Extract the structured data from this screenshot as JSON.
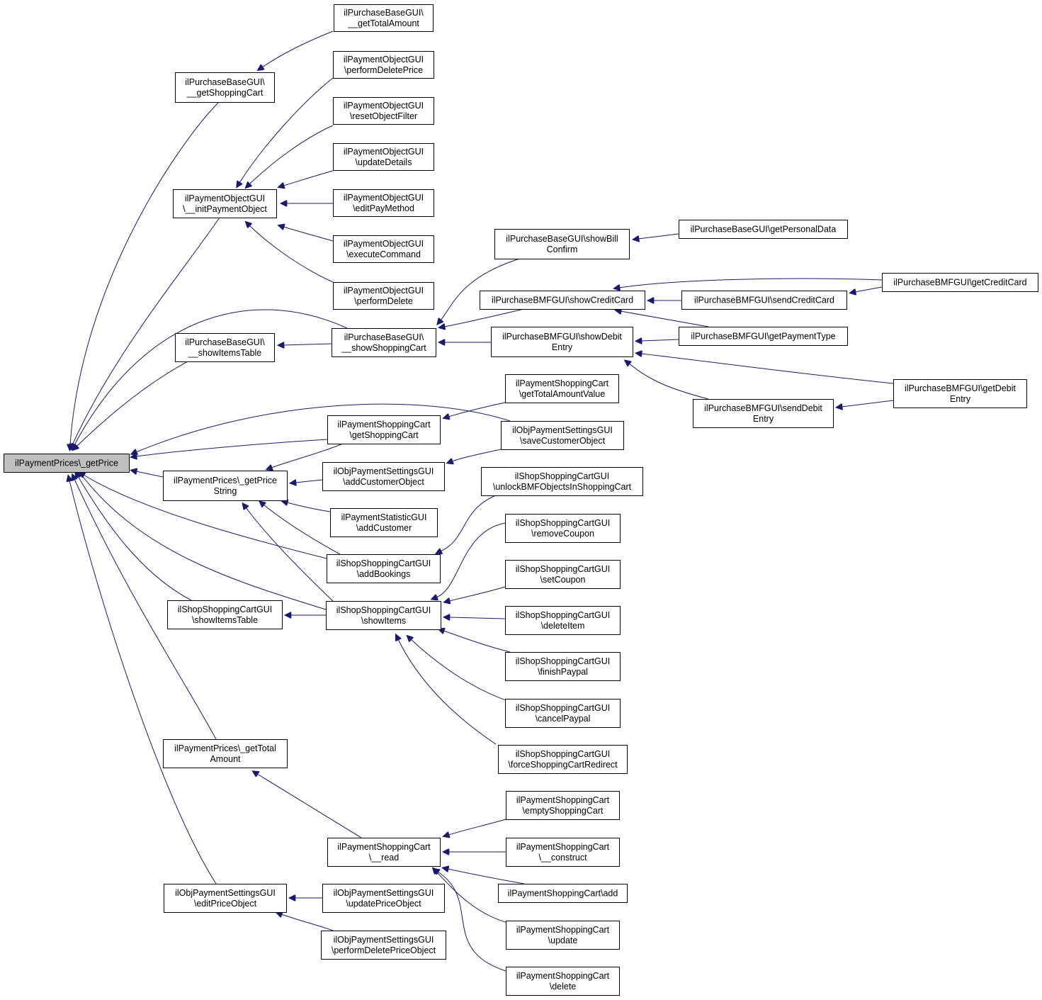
{
  "colors": {
    "edge": "#191970",
    "focus_fill": "#bfbfbf",
    "node_border": "#000000"
  },
  "nodes": [
    {
      "id": "n0",
      "lines": [
        "ilPaymentPrices\\_getPrice"
      ],
      "focus": true
    },
    {
      "id": "n1",
      "lines": [
        "ilPurchaseBaseGUI\\",
        "__getShoppingCart"
      ]
    },
    {
      "id": "n2",
      "lines": [
        "ilPurchaseBaseGUI\\",
        "__getTotalAmount"
      ]
    },
    {
      "id": "n3",
      "lines": [
        "ilPaymentObjectGUI",
        "\\__initPaymentObject"
      ]
    },
    {
      "id": "n4",
      "lines": [
        "ilPaymentObjectGUI",
        "\\performDeletePrice"
      ]
    },
    {
      "id": "n5",
      "lines": [
        "ilPaymentObjectGUI",
        "\\resetObjectFilter"
      ]
    },
    {
      "id": "n6",
      "lines": [
        "ilPaymentObjectGUI",
        "\\updateDetails"
      ]
    },
    {
      "id": "n7",
      "lines": [
        "ilPaymentObjectGUI",
        "\\editPayMethod"
      ]
    },
    {
      "id": "n8",
      "lines": [
        "ilPaymentObjectGUI",
        "\\executeCommand"
      ]
    },
    {
      "id": "n9",
      "lines": [
        "ilPaymentObjectGUI",
        "\\performDelete"
      ]
    },
    {
      "id": "n10",
      "lines": [
        "ilPurchaseBaseGUI\\",
        "__showItemsTable"
      ]
    },
    {
      "id": "n11",
      "lines": [
        "ilPurchaseBaseGUI\\",
        "__showShoppingCart"
      ]
    },
    {
      "id": "n12",
      "lines": [
        "ilPurchaseBaseGUI\\showBill",
        "Confirm"
      ]
    },
    {
      "id": "n13",
      "lines": [
        "ilPurchaseBaseGUI\\getPersonalData"
      ]
    },
    {
      "id": "n14",
      "lines": [
        "ilPurchaseBMFGUI\\showCreditCard"
      ]
    },
    {
      "id": "n15",
      "lines": [
        "ilPurchaseBMFGUI\\getCreditCard"
      ]
    },
    {
      "id": "n16",
      "lines": [
        "ilPurchaseBMFGUI\\sendCreditCard"
      ]
    },
    {
      "id": "n17",
      "lines": [
        "ilPurchaseBMFGUI\\showDebit",
        "Entry"
      ]
    },
    {
      "id": "n18",
      "lines": [
        "ilPurchaseBMFGUI\\getPaymentType"
      ]
    },
    {
      "id": "n19",
      "lines": [
        "ilPurchaseBMFGUI\\getDebit",
        "Entry"
      ]
    },
    {
      "id": "n20",
      "lines": [
        "ilPurchaseBMFGUI\\sendDebit",
        "Entry"
      ]
    },
    {
      "id": "n21",
      "lines": [
        "ilPaymentShoppingCart",
        "\\getShoppingCart"
      ]
    },
    {
      "id": "n22",
      "lines": [
        "ilPaymentShoppingCart",
        "\\getTotalAmountValue"
      ]
    },
    {
      "id": "n23",
      "lines": [
        "ilObjPaymentSettingsGUI",
        "\\saveCustomerObject"
      ]
    },
    {
      "id": "n24",
      "lines": [
        "ilPaymentPrices\\_getPrice",
        "String"
      ]
    },
    {
      "id": "n25",
      "lines": [
        "ilObjPaymentSettingsGUI",
        "\\addCustomerObject"
      ]
    },
    {
      "id": "n26",
      "lines": [
        "ilPaymentStatisticGUI",
        "\\addCustomer"
      ]
    },
    {
      "id": "n27",
      "lines": [
        "ilShopShoppingCartGUI",
        "\\addBookings"
      ]
    },
    {
      "id": "n28",
      "lines": [
        "ilShopShoppingCartGUI",
        "\\unlockBMFObjectsInShoppingCart"
      ]
    },
    {
      "id": "n29",
      "lines": [
        "ilShopShoppingCartGUI",
        "\\removeCoupon"
      ]
    },
    {
      "id": "n30",
      "lines": [
        "ilShopShoppingCartGUI",
        "\\setCoupon"
      ]
    },
    {
      "id": "n31",
      "lines": [
        "ilShopShoppingCartGUI",
        "\\showItemsTable"
      ]
    },
    {
      "id": "n32",
      "lines": [
        "ilShopShoppingCartGUI",
        "\\showItems"
      ]
    },
    {
      "id": "n33",
      "lines": [
        "ilShopShoppingCartGUI",
        "\\deleteItem"
      ]
    },
    {
      "id": "n34",
      "lines": [
        "ilShopShoppingCartGUI",
        "\\finishPaypal"
      ]
    },
    {
      "id": "n35",
      "lines": [
        "ilShopShoppingCartGUI",
        "\\cancelPaypal"
      ]
    },
    {
      "id": "n36",
      "lines": [
        "ilShopShoppingCartGUI",
        "\\forceShoppingCartRedirect"
      ]
    },
    {
      "id": "n37",
      "lines": [
        "ilPaymentPrices\\_getTotal",
        "Amount"
      ]
    },
    {
      "id": "n38",
      "lines": [
        "ilPaymentShoppingCart",
        "\\emptyShoppingCart"
      ]
    },
    {
      "id": "n39",
      "lines": [
        "ilPaymentShoppingCart",
        "\\__read"
      ]
    },
    {
      "id": "n40",
      "lines": [
        "ilPaymentShoppingCart",
        "\\__construct"
      ]
    },
    {
      "id": "n41",
      "lines": [
        "ilPaymentShoppingCart\\add"
      ]
    },
    {
      "id": "n42",
      "lines": [
        "ilPaymentShoppingCart",
        "\\update"
      ]
    },
    {
      "id": "n43",
      "lines": [
        "ilPaymentShoppingCart",
        "\\delete"
      ]
    },
    {
      "id": "n44",
      "lines": [
        "ilObjPaymentSettingsGUI",
        "\\editPriceObject"
      ]
    },
    {
      "id": "n45",
      "lines": [
        "ilObjPaymentSettingsGUI",
        "\\updatePriceObject"
      ]
    },
    {
      "id": "n46",
      "lines": [
        "ilObjPaymentSettingsGUI",
        "\\performDeletePriceObject"
      ]
    }
  ],
  "edges": [
    [
      "n1",
      "n0"
    ],
    [
      "n3",
      "n0"
    ],
    [
      "n10",
      "n0"
    ],
    [
      "n11",
      "n0"
    ],
    [
      "n21",
      "n0"
    ],
    [
      "n23",
      "n0"
    ],
    [
      "n24",
      "n0"
    ],
    [
      "n27",
      "n0"
    ],
    [
      "n31",
      "n0"
    ],
    [
      "n32",
      "n0"
    ],
    [
      "n37",
      "n0"
    ],
    [
      "n44",
      "n0"
    ],
    [
      "n2",
      "n1"
    ],
    [
      "n4",
      "n3"
    ],
    [
      "n5",
      "n3"
    ],
    [
      "n6",
      "n3"
    ],
    [
      "n7",
      "n3"
    ],
    [
      "n8",
      "n3"
    ],
    [
      "n9",
      "n3"
    ],
    [
      "n11",
      "n10"
    ],
    [
      "n12",
      "n11"
    ],
    [
      "n14",
      "n11"
    ],
    [
      "n17",
      "n11"
    ],
    [
      "n13",
      "n12"
    ],
    [
      "n15",
      "n14"
    ],
    [
      "n16",
      "n14"
    ],
    [
      "n18",
      "n14"
    ],
    [
      "n15",
      "n16"
    ],
    [
      "n18",
      "n17"
    ],
    [
      "n19",
      "n17"
    ],
    [
      "n20",
      "n17"
    ],
    [
      "n19",
      "n20"
    ],
    [
      "n22",
      "n21"
    ],
    [
      "n23",
      "n25"
    ],
    [
      "n21",
      "n24"
    ],
    [
      "n25",
      "n24"
    ],
    [
      "n26",
      "n24"
    ],
    [
      "n27",
      "n24"
    ],
    [
      "n32",
      "n24"
    ],
    [
      "n28",
      "n27"
    ],
    [
      "n32",
      "n31"
    ],
    [
      "n29",
      "n32"
    ],
    [
      "n30",
      "n32"
    ],
    [
      "n33",
      "n32"
    ],
    [
      "n34",
      "n32"
    ],
    [
      "n35",
      "n32"
    ],
    [
      "n36",
      "n32"
    ],
    [
      "n39",
      "n37"
    ],
    [
      "n38",
      "n39"
    ],
    [
      "n40",
      "n39"
    ],
    [
      "n41",
      "n39"
    ],
    [
      "n42",
      "n39"
    ],
    [
      "n43",
      "n39"
    ],
    [
      "n45",
      "n44"
    ],
    [
      "n46",
      "n44"
    ]
  ]
}
